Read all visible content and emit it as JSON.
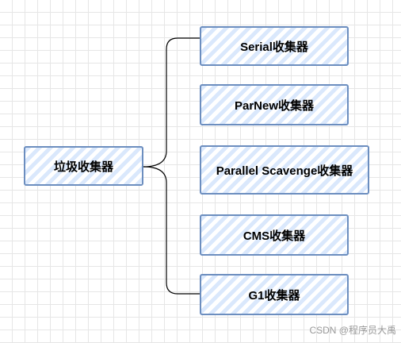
{
  "diagram": {
    "root": {
      "label": "垃圾收集器"
    },
    "children": [
      {
        "label": "Serial收集器"
      },
      {
        "label": "ParNew收集器"
      },
      {
        "label": "Parallel Scavenge收集器"
      },
      {
        "label": "CMS收集器"
      },
      {
        "label": "G1收集器"
      }
    ]
  },
  "colors": {
    "node_border": "#6c8ebf",
    "node_fill": "#dae8fc",
    "connector": "#000000"
  },
  "watermark": "CSDN @程序员大禹"
}
